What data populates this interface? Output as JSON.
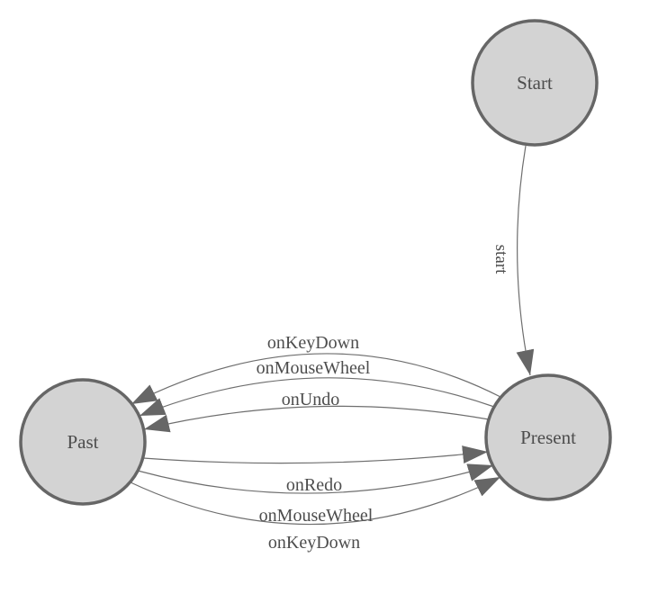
{
  "diagram": {
    "type": "state-machine",
    "background": "#ffffff",
    "colors": {
      "node_fill": "#d3d3d3",
      "node_border": "#666666",
      "edge_line": "#6e6e6e",
      "arrowhead": "#666666",
      "text": "#4d4d4d"
    },
    "nodes": [
      {
        "id": "start",
        "label": "Start"
      },
      {
        "id": "present",
        "label": "Present"
      },
      {
        "id": "past",
        "label": "Past"
      }
    ],
    "edges": [
      {
        "from": "start",
        "to": "present",
        "label": "start"
      },
      {
        "from": "present",
        "to": "past",
        "label": "onKeyDown"
      },
      {
        "from": "present",
        "to": "past",
        "label": "onMouseWheel"
      },
      {
        "from": "present",
        "to": "past",
        "label": "onUndo"
      },
      {
        "from": "past",
        "to": "present",
        "label": "onRedo"
      },
      {
        "from": "past",
        "to": "present",
        "label": "onMouseWheel"
      },
      {
        "from": "past",
        "to": "present",
        "label": "onKeyDown"
      }
    ]
  }
}
